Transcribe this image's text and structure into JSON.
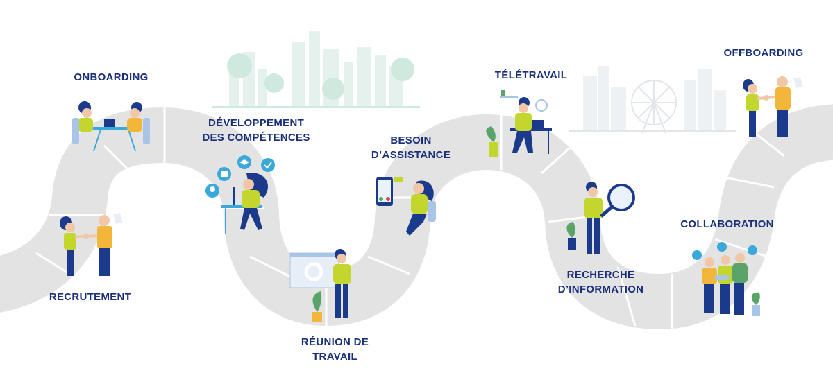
{
  "stages": {
    "recrutement": {
      "lines": [
        "RECRUTEMENT"
      ]
    },
    "onboarding": {
      "lines": [
        "ONBOARDING"
      ]
    },
    "developpement": {
      "lines": [
        "DÉVELOPPEMENT",
        "DES COMPÉTENCES"
      ]
    },
    "reunion": {
      "lines": [
        "RÉUNION DE",
        "TRAVAIL"
      ]
    },
    "besoin": {
      "lines": [
        "BESOIN",
        "D’ASSISTANCE"
      ]
    },
    "teletravail": {
      "lines": [
        "TÉLÉTRAVAIL"
      ]
    },
    "recherche": {
      "lines": [
        "RECHERCHE",
        "D’INFORMATION"
      ]
    },
    "collaboration": {
      "lines": [
        "COLLABORATION"
      ]
    },
    "offboarding": {
      "lines": [
        "OFFBOARDING"
      ]
    }
  },
  "colors": {
    "label_text": "#1a2f7a",
    "road": "#e3e3e3",
    "accent_green": "#c2d62e",
    "navy": "#1b3a8c",
    "skin": "#f1c7a8",
    "city_mint": "#dcefe6",
    "city_grey": "#eef1f3"
  },
  "icons": [
    "desk-icon",
    "laptop-icon",
    "handshake-icon",
    "book-icon",
    "graduation-cap-icon",
    "check-icon",
    "lightbulb-icon",
    "presentation-screen-icon",
    "phone-video-call-icon",
    "magnifier-icon",
    "plant-icon",
    "clock-icon",
    "ferris-wheel-icon"
  ]
}
